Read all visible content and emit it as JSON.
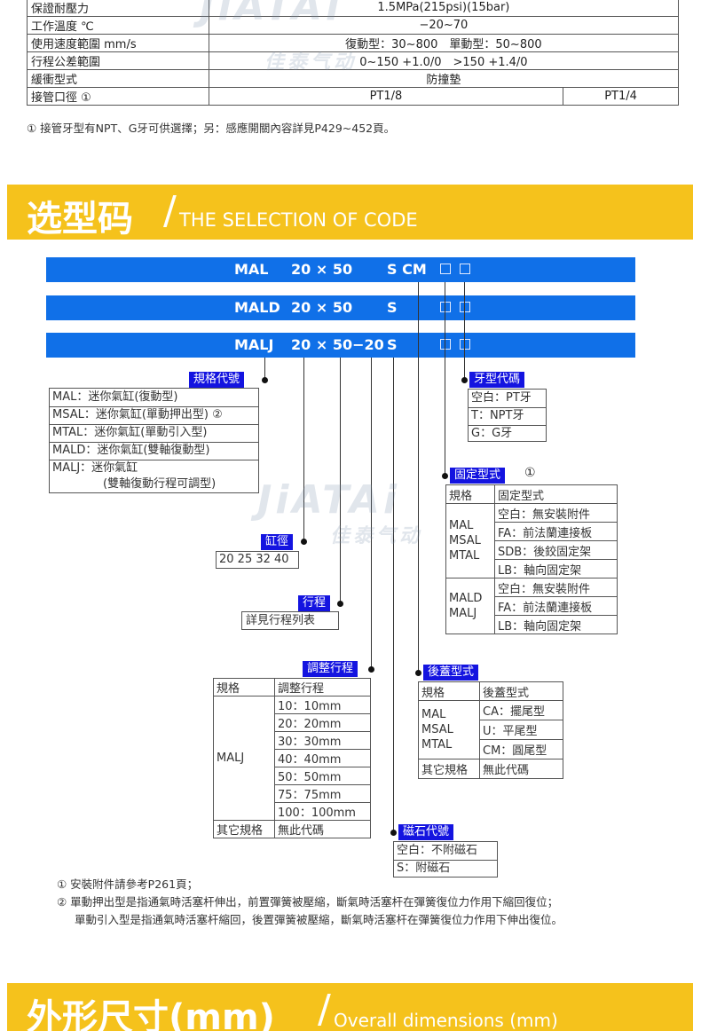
{
  "spec_table": {
    "rows": [
      {
        "label": "保證耐壓力",
        "value": "1.5MPa(215psi)(15bar)"
      },
      {
        "label": "工作溫度 ℃",
        "value": "−20~70"
      },
      {
        "label": "使用速度範圍 mm/s",
        "value": "復動型：30~800　單動型：50~800"
      },
      {
        "label": "行程公差範圍",
        "value": "0~150 +1.0/0　>150 +1.4/0"
      },
      {
        "label": "緩衝型式",
        "value": "防撞墊"
      },
      {
        "label": "接管口徑 ①",
        "value_a": "PT1/8",
        "value_b": "PT1/4"
      }
    ],
    "footnote": "① 接管牙型有NPT、G牙可供選擇；另：感應開關內容詳見P429~452頁。"
  },
  "watermark": {
    "brand": "JiATAi",
    "cn": "佳泰气动"
  },
  "section1": {
    "title_cn": "选型码",
    "slash": "/",
    "title_en": "THE SELECTION OF CODE"
  },
  "code_bars": [
    {
      "model": "MAL",
      "size": "20 × 50",
      "suffix": "S CM"
    },
    {
      "model": "MALD",
      "size": "20 × 50",
      "suffix": "S"
    },
    {
      "model": "MALJ",
      "size": "20 × 50−20",
      "suffix": "S"
    }
  ],
  "spec_code": {
    "tag": "規格代號",
    "items": [
      "MAL：迷你氣缸(復動型)",
      "MSAL：迷你氣缸(單動押出型) ②",
      "MTAL：迷你氣缸(單動引入型)",
      "MALD：迷你氣缸(雙軸復動型)",
      "MALJ：迷你氣缸",
      "(雙軸復動行程可調型)"
    ]
  },
  "bore": {
    "tag": "缸徑",
    "value": "20 25 32 40"
  },
  "stroke": {
    "tag": "行程",
    "value": "詳見行程列表"
  },
  "adjust": {
    "tag": "調整行程",
    "header": [
      "規格",
      "調整行程"
    ],
    "model": "MALJ",
    "items": [
      "10：10mm",
      "20：20mm",
      "30：30mm",
      "40：40mm",
      "50：50mm",
      "75：75mm",
      "100：100mm"
    ],
    "other": [
      "其它規格",
      "無此代碼"
    ]
  },
  "magnet": {
    "tag": "磁石代號",
    "items": [
      "空白：不附磁石",
      "S：附磁石"
    ]
  },
  "rear_cover": {
    "tag": "後蓋型式",
    "header": [
      "規格",
      "後蓋型式"
    ],
    "models": "MAL\nMSAL\nMTAL",
    "items": [
      "CA：擺尾型",
      "U：平尾型",
      "CM：圓尾型"
    ],
    "other": [
      "其它規格",
      "無此代碼"
    ]
  },
  "mount": {
    "tag": "固定型式",
    "note": "①",
    "header": [
      "規格",
      "固定型式"
    ],
    "group1_models": "MAL\nMSAL\nMTAL",
    "group1_items": [
      "空白：無安裝附件",
      "FA：前法蘭連接板",
      "SDB：後鉸固定架",
      "LB：軸向固定架"
    ],
    "group2_models": "MALD\nMALJ",
    "group2_items": [
      "空白：無安裝附件",
      "FA：前法蘭連接板",
      "LB：軸向固定架"
    ]
  },
  "thread": {
    "tag": "牙型代碼",
    "items": [
      "空白：PT牙",
      "T：NPT牙",
      "G：G牙"
    ]
  },
  "notes": [
    "① 安裝附件請參考P261頁；",
    "② 單動押出型是指通氣時活塞杆伸出，前置彈簧被壓縮，斷氣時活塞杆在彈簧復位力作用下縮回復位；",
    "單動引入型是指通氣時活塞杆縮回，後置彈簧被壓縮，斷氣時活塞杆在彈簧復位力作用下伸出復位。"
  ],
  "section2": {
    "title_cn": "外形尺寸(mm)",
    "slash": "/",
    "title_en": "Overall dimensions (mm)"
  },
  "colors": {
    "banner": "#f5c21c",
    "code_bar": "#1070e8",
    "tag": "#1414e0"
  }
}
